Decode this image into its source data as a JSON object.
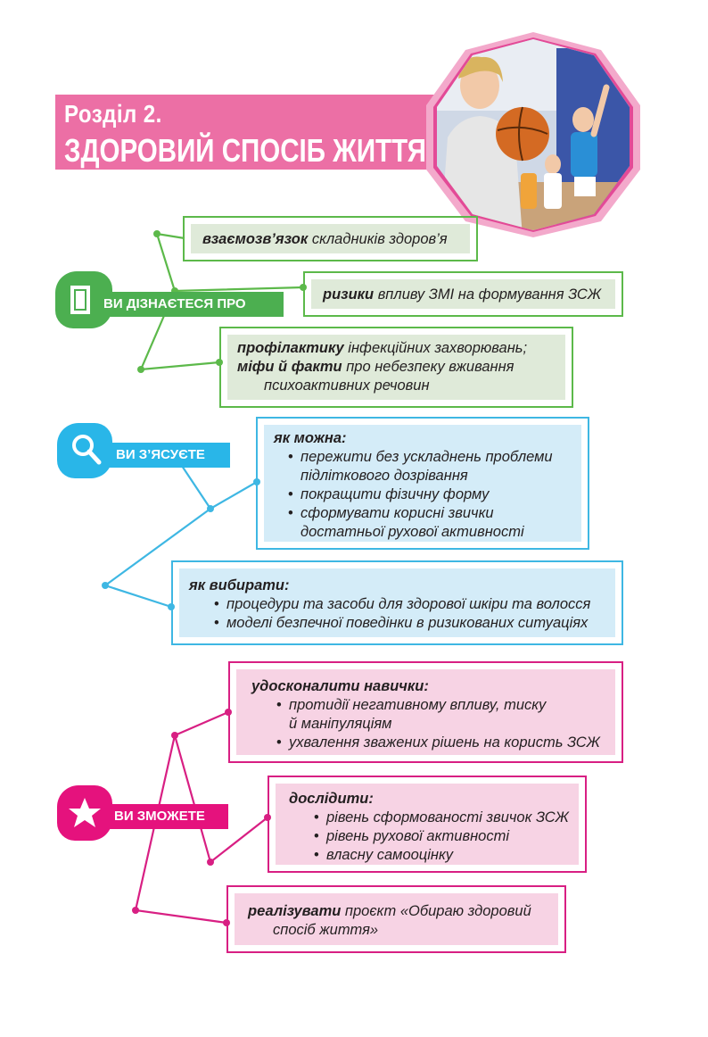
{
  "header": {
    "section": "Розділ 2.",
    "title": "ЗДОРОВИЙ СПОСІБ ЖИТТЯ"
  },
  "colors": {
    "pink_header": "#ec6fa5",
    "green": "#4caf50",
    "blue": "#29b6e8",
    "magenta": "#e5127d"
  },
  "learn": {
    "label": "ВИ ДІЗНАЄТЕСЯ ПРО",
    "icon": "book-icon",
    "item1": {
      "bold": "взаємозв’язок",
      "rest": " складників здоров’я"
    },
    "item2": {
      "bold": "ризики",
      "rest": " впливу ЗМІ на формування ЗСЖ"
    },
    "item3": {
      "bold1": "профілактику",
      "rest1": " інфекційних захворювань;",
      "bold2": "міфи й факти",
      "rest2": " про небезпеку вживання",
      "line3": "психоактивних речовин"
    }
  },
  "find_out": {
    "label": "ВИ З’ЯСУЄТЕ",
    "icon": "magnifier-icon",
    "box1": {
      "heading": "як можна:",
      "b1_l1": "пережити без ускладнень проблеми",
      "b1_l2": "підліткового дозрівання",
      "b2": "покращити фізичну форму",
      "b3_l1": "сформувати корисні звички",
      "b3_l2": "достатньої рухової активності"
    },
    "box2": {
      "heading": "як вибирати:",
      "b1": "процедури та засоби для здорової шкіри та волосся",
      "b2": "моделі безпечної поведінки в ризикованих ситуаціях"
    }
  },
  "able": {
    "label": "ВИ ЗМОЖЕТЕ",
    "icon": "star-icon",
    "box1": {
      "heading": "удосконалити навички:",
      "b1_l1": "протидії негативному впливу, тиску",
      "b1_l2": "й маніпуляціям",
      "b2": "ухвалення зважених рішень на користь ЗСЖ"
    },
    "box2": {
      "heading": "дослідити:",
      "b1": "рівень сформованості звичок ЗСЖ",
      "b2": "рівень рухової активності",
      "b3": "власну самооцінку"
    },
    "box3": {
      "bold": "реалізувати",
      "rest": " проєкт «Обираю здоровий",
      "line2": "спосіб життя»"
    }
  }
}
